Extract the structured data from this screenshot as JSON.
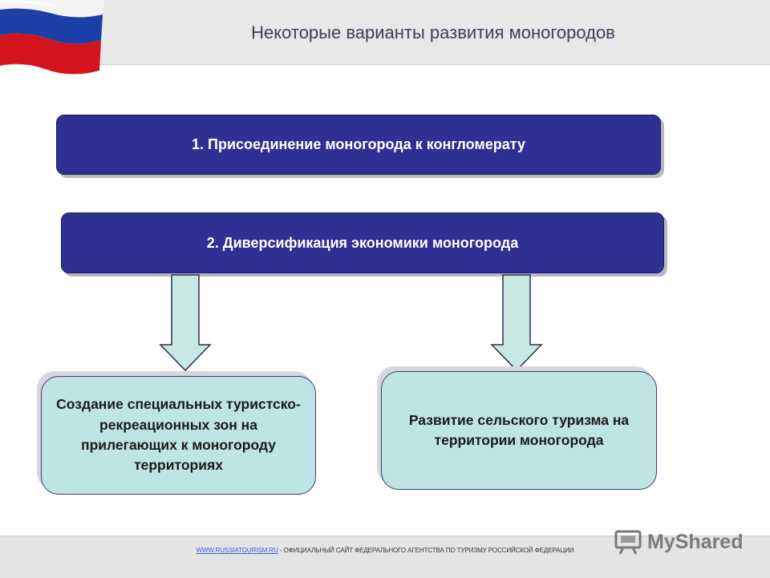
{
  "slide": {
    "title": "Некоторые варианты развития моногородов"
  },
  "diagram": {
    "box1": "1. Присоединение моногорода к конгломерату",
    "box2": "2. Диверсификация экономики моногорода",
    "left_box": "Создание специальных туристско-рекреационных зон на прилегающих к моногороду территориях",
    "right_box": "Развитие сельского туризма на территории моногорода"
  },
  "footer": {
    "link": "WWW.RUSSIATOURISM.RU",
    "text": " - ОФИЦИАЛЬНЫЙ САЙТ ФЕДЕРАЛЬНОГО АГЕНТСТВА ПО ТУРИЗМУ РОССИЙСКОЙ ФЕДЕРАЦИИ"
  },
  "watermark": {
    "brand": "MyShared",
    "icon": "projector-icon"
  },
  "colors": {
    "dark_box": "#2e3192",
    "light_box": "#bfe4e4",
    "flag_white": "#ffffff",
    "flag_blue": "#1c3fa8",
    "flag_red": "#d4141c"
  }
}
